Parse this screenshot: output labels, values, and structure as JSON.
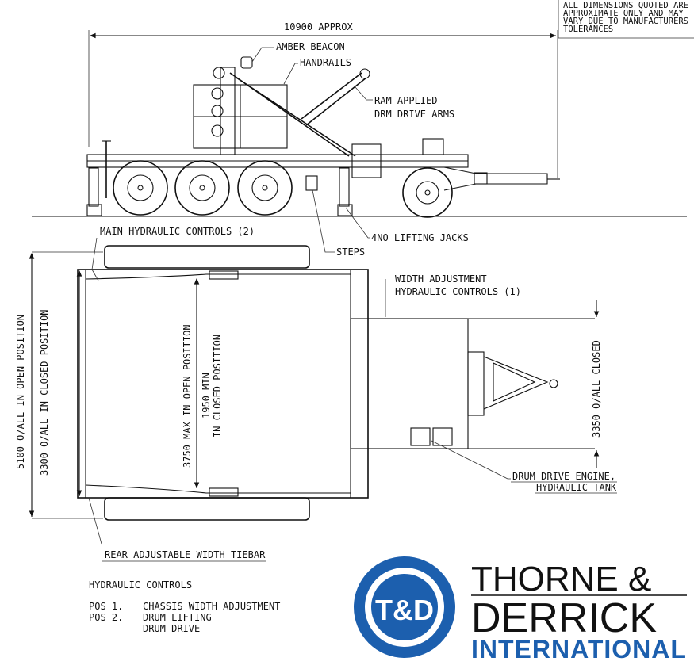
{
  "note": {
    "line1": "ALL DIMENSIONS QUOTED ARE",
    "line2": "APPROXIMATE ONLY AND MAY",
    "line3": "VARY DUE TO MANUFACTURERS",
    "line4": "TOLERANCES"
  },
  "dims": {
    "overall_length": "10900 APPROX",
    "open_width": "5100 O/ALL IN OPEN POSITION",
    "closed_width": "3300 O/ALL IN CLOSED POSITION",
    "max_open": "3750 MAX IN OPEN POSITION",
    "min_closed_1": "1950 MIN",
    "min_closed_2": "IN CLOSED POSITION",
    "drawbar_closed": "3350 O/ALL CLOSED"
  },
  "callouts": {
    "amber_beacon": "AMBER BEACON",
    "handrails": "HANDRAILS",
    "ram_1": "RAM APPLIED",
    "ram_2": "DRM DRIVE ARMS",
    "lifting_jacks": "4NO LIFTING JACKS",
    "steps": "STEPS",
    "main_hydraulic": "MAIN HYDRAULIC CONTROLS (2)",
    "width_adj_1": "WIDTH ADJUSTMENT",
    "width_adj_2": "HYDRAULIC CONTROLS (1)",
    "drum_engine_1": "DRUM DRIVE ENGINE,",
    "drum_engine_2": "HYDRAULIC TANK",
    "rear_tiebar": "REAR ADJUSTABLE WIDTH TIEBAR"
  },
  "legend": {
    "title": "HYDRAULIC CONTROLS",
    "pos1_key": "POS 1.",
    "pos1_val": "CHASSIS WIDTH ADJUSTMENT",
    "pos2_key": "POS 2.",
    "pos2_val_1": "DRUM LIFTING",
    "pos2_val_2": "DRUM DRIVE"
  },
  "logo": {
    "mark": "T&D",
    "line1": "THORNE &",
    "line2": "DERRICK",
    "line3": "INTERNATIONAL",
    "brand_color": "#1c5fae"
  }
}
